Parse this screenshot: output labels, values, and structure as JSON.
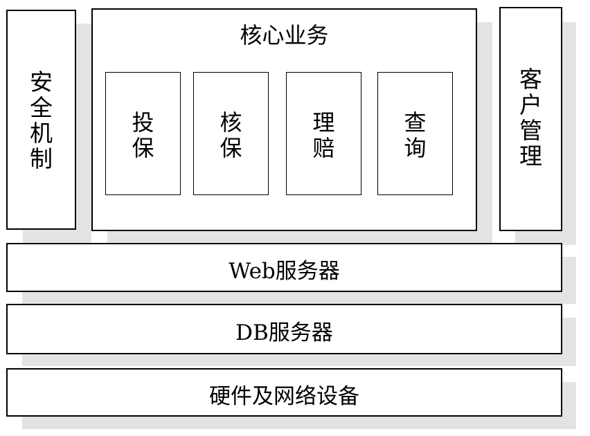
{
  "security": {
    "label": [
      "安",
      "全",
      "机",
      "制"
    ]
  },
  "core": {
    "title": "核心业务",
    "modules": [
      {
        "label": [
          "投",
          "保"
        ]
      },
      {
        "label": [
          "核",
          "保"
        ]
      },
      {
        "label": [
          "理",
          "赔"
        ]
      },
      {
        "label": [
          "查",
          "询"
        ]
      }
    ]
  },
  "customer": {
    "label": [
      "客",
      "户",
      "管",
      "理"
    ]
  },
  "layers": {
    "web": "Web服务器",
    "db": "DB服务器",
    "hardware": "硬件及网络设备"
  },
  "colors": {
    "border": "#000000",
    "shadow": "#e3e3e3",
    "fill": "#ffffff"
  }
}
